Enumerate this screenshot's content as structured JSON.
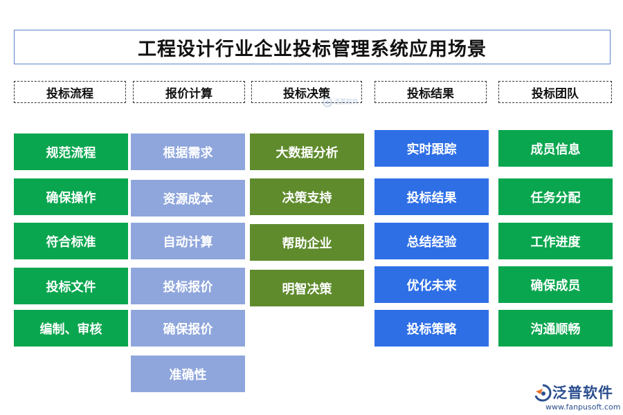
{
  "title": "工程设计行业企业投标管理系统应用场景",
  "columns": [
    {
      "header": "投标流程",
      "items": [
        "规范流程",
        "确保操作",
        "符合标准",
        "投标文件",
        "编制、审核"
      ]
    },
    {
      "header": "报价计算",
      "items": [
        "根据需求",
        "资源成本",
        "自动计算",
        "投标报价",
        "确保报价",
        "准确性"
      ]
    },
    {
      "header": "投标决策",
      "items": [
        "大数据分析",
        "决策支持",
        "帮助企业",
        "明智决策"
      ]
    },
    {
      "header": "投标结果",
      "items": [
        "实时跟踪",
        "投标结果",
        "总结经验",
        "优化未来",
        "投标策略"
      ]
    },
    {
      "header": "投标团队",
      "items": [
        "成员信息",
        "任务分配",
        "工作进度",
        "确保成员",
        "沟通顺畅"
      ]
    }
  ],
  "colors": {
    "col0": "#0aa64f",
    "col1": "#8fa6dc",
    "col2": "#5f8b2d",
    "col3": "#2f6fe6",
    "col4": "#0aa64f"
  },
  "logo": {
    "name": "泛普软件",
    "url": "www.fanpusoft.com",
    "watermark": "泛普软件"
  }
}
